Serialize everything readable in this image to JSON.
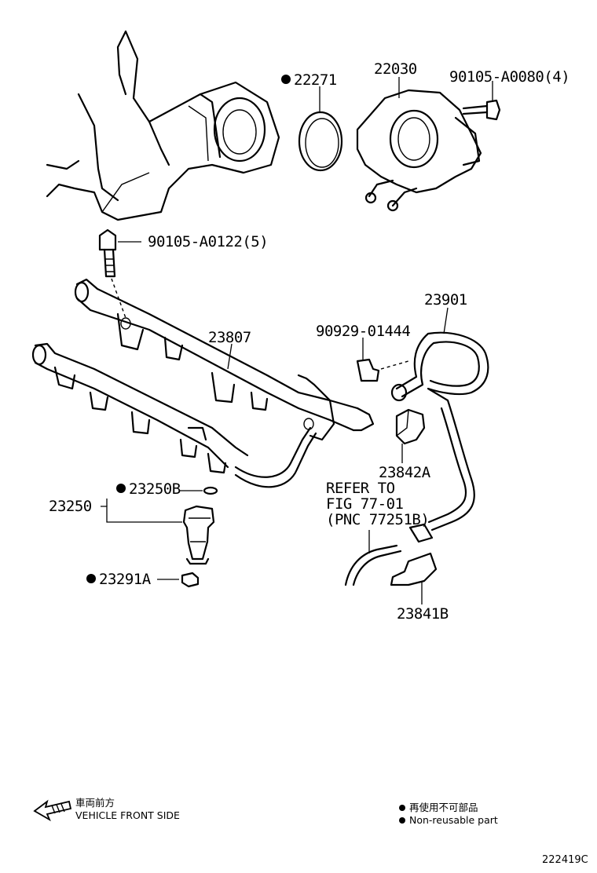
{
  "parts": {
    "p22271": "22271",
    "p22030": "22030",
    "p90105_a0080": "90105-A0080(4)",
    "p90105_a0122": "90105-A0122(5)",
    "p23901": "23901",
    "p23807": "23807",
    "p90929": "90929-01444",
    "p23842a": "23842A",
    "p23250b": "23250B",
    "p23250": "23250",
    "p23291a": "23291A",
    "p23841b": "23841B"
  },
  "refer": {
    "line1": "REFER TO",
    "line2": "FIG 77-01",
    "line3": "(PNC 77251B)"
  },
  "legend": {
    "front_jp": "車両前方",
    "front_en": "VEHICLE FRONT SIDE",
    "nonreuse_jp": "再使用不可部品",
    "nonreuse_en": "Non-reusable part"
  },
  "figure_code": "222419C"
}
